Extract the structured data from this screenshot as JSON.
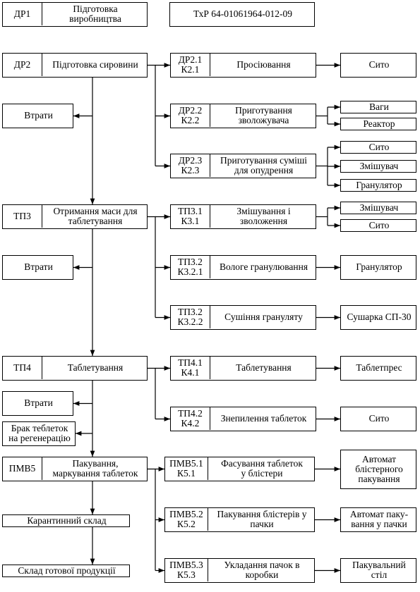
{
  "header": {
    "code": "ДР1",
    "title": "Підготовка\nвиробництва",
    "doc": "ТхР 64-01061964-012-09"
  },
  "stages": [
    {
      "code": "ДР2",
      "title": "Підготовка сировини",
      "steps": [
        {
          "code": "ДР2.1\nК2.1",
          "title": "Просіювання",
          "equipment": [
            "Сито"
          ]
        },
        {
          "code": "ДР2.2\nК2.2",
          "title": "Приготування\nзволожувача",
          "equipment": [
            "Ваги",
            "Реактор"
          ]
        },
        {
          "code": "ДР2.3\nК2.3",
          "title": "Приготування суміші\nдля опудрення",
          "equipment": [
            "Сито",
            "Змішувач",
            "Гранулятор"
          ]
        }
      ]
    },
    {
      "code": "ТП3",
      "title": "Отримання маси для\nтаблетування",
      "steps": [
        {
          "code": "ТП3.1\nК3.1",
          "title": "Змішування і\nзволоження",
          "equipment": [
            "Змішувач",
            "Сито"
          ]
        },
        {
          "code": "ТП3.2\nК3.2.1",
          "title": "Вологе гранулювання",
          "equipment": [
            "Гранулятор"
          ]
        },
        {
          "code": "ТП3.2\nК3.2.2",
          "title": "Сушіння грануляту",
          "equipment": [
            "Сушарка СП-30"
          ]
        }
      ]
    },
    {
      "code": "ТП4",
      "title": "Таблетування",
      "steps": [
        {
          "code": "ТП4.1\nК4.1",
          "title": "Таблетування",
          "equipment": [
            "Таблетпрес"
          ]
        },
        {
          "code": "ТП4.2\nК4.2",
          "title": "Знепилення таблеток",
          "equipment": [
            "Сито"
          ]
        }
      ]
    },
    {
      "code": "ПМВ5",
      "title": "Пакування,\nмаркування таблеток",
      "steps": [
        {
          "code": "ПМВ5.1\nК5.1",
          "title": "Фасування таблеток\nу блістери",
          "equipment": [
            "Автомат\nблістерного\nпакування"
          ]
        },
        {
          "code": "ПМВ5.2\nК5.2",
          "title": "Пакування блістерів у\nпачки",
          "equipment": [
            "Автомат паку-\nвання у пачки"
          ]
        },
        {
          "code": "ПМВ5.3\nК5.3",
          "title": "Укладання пачок в\nкоробки",
          "equipment": [
            "Пакувальний\nстіл"
          ]
        }
      ]
    }
  ],
  "losses": [
    "Втрати",
    "Втрати",
    "Втрати"
  ],
  "reject": "Брак теблеток\nна регенерацію",
  "quarantine": "Карантинний склад",
  "warehouse": "Склад готової продукції"
}
